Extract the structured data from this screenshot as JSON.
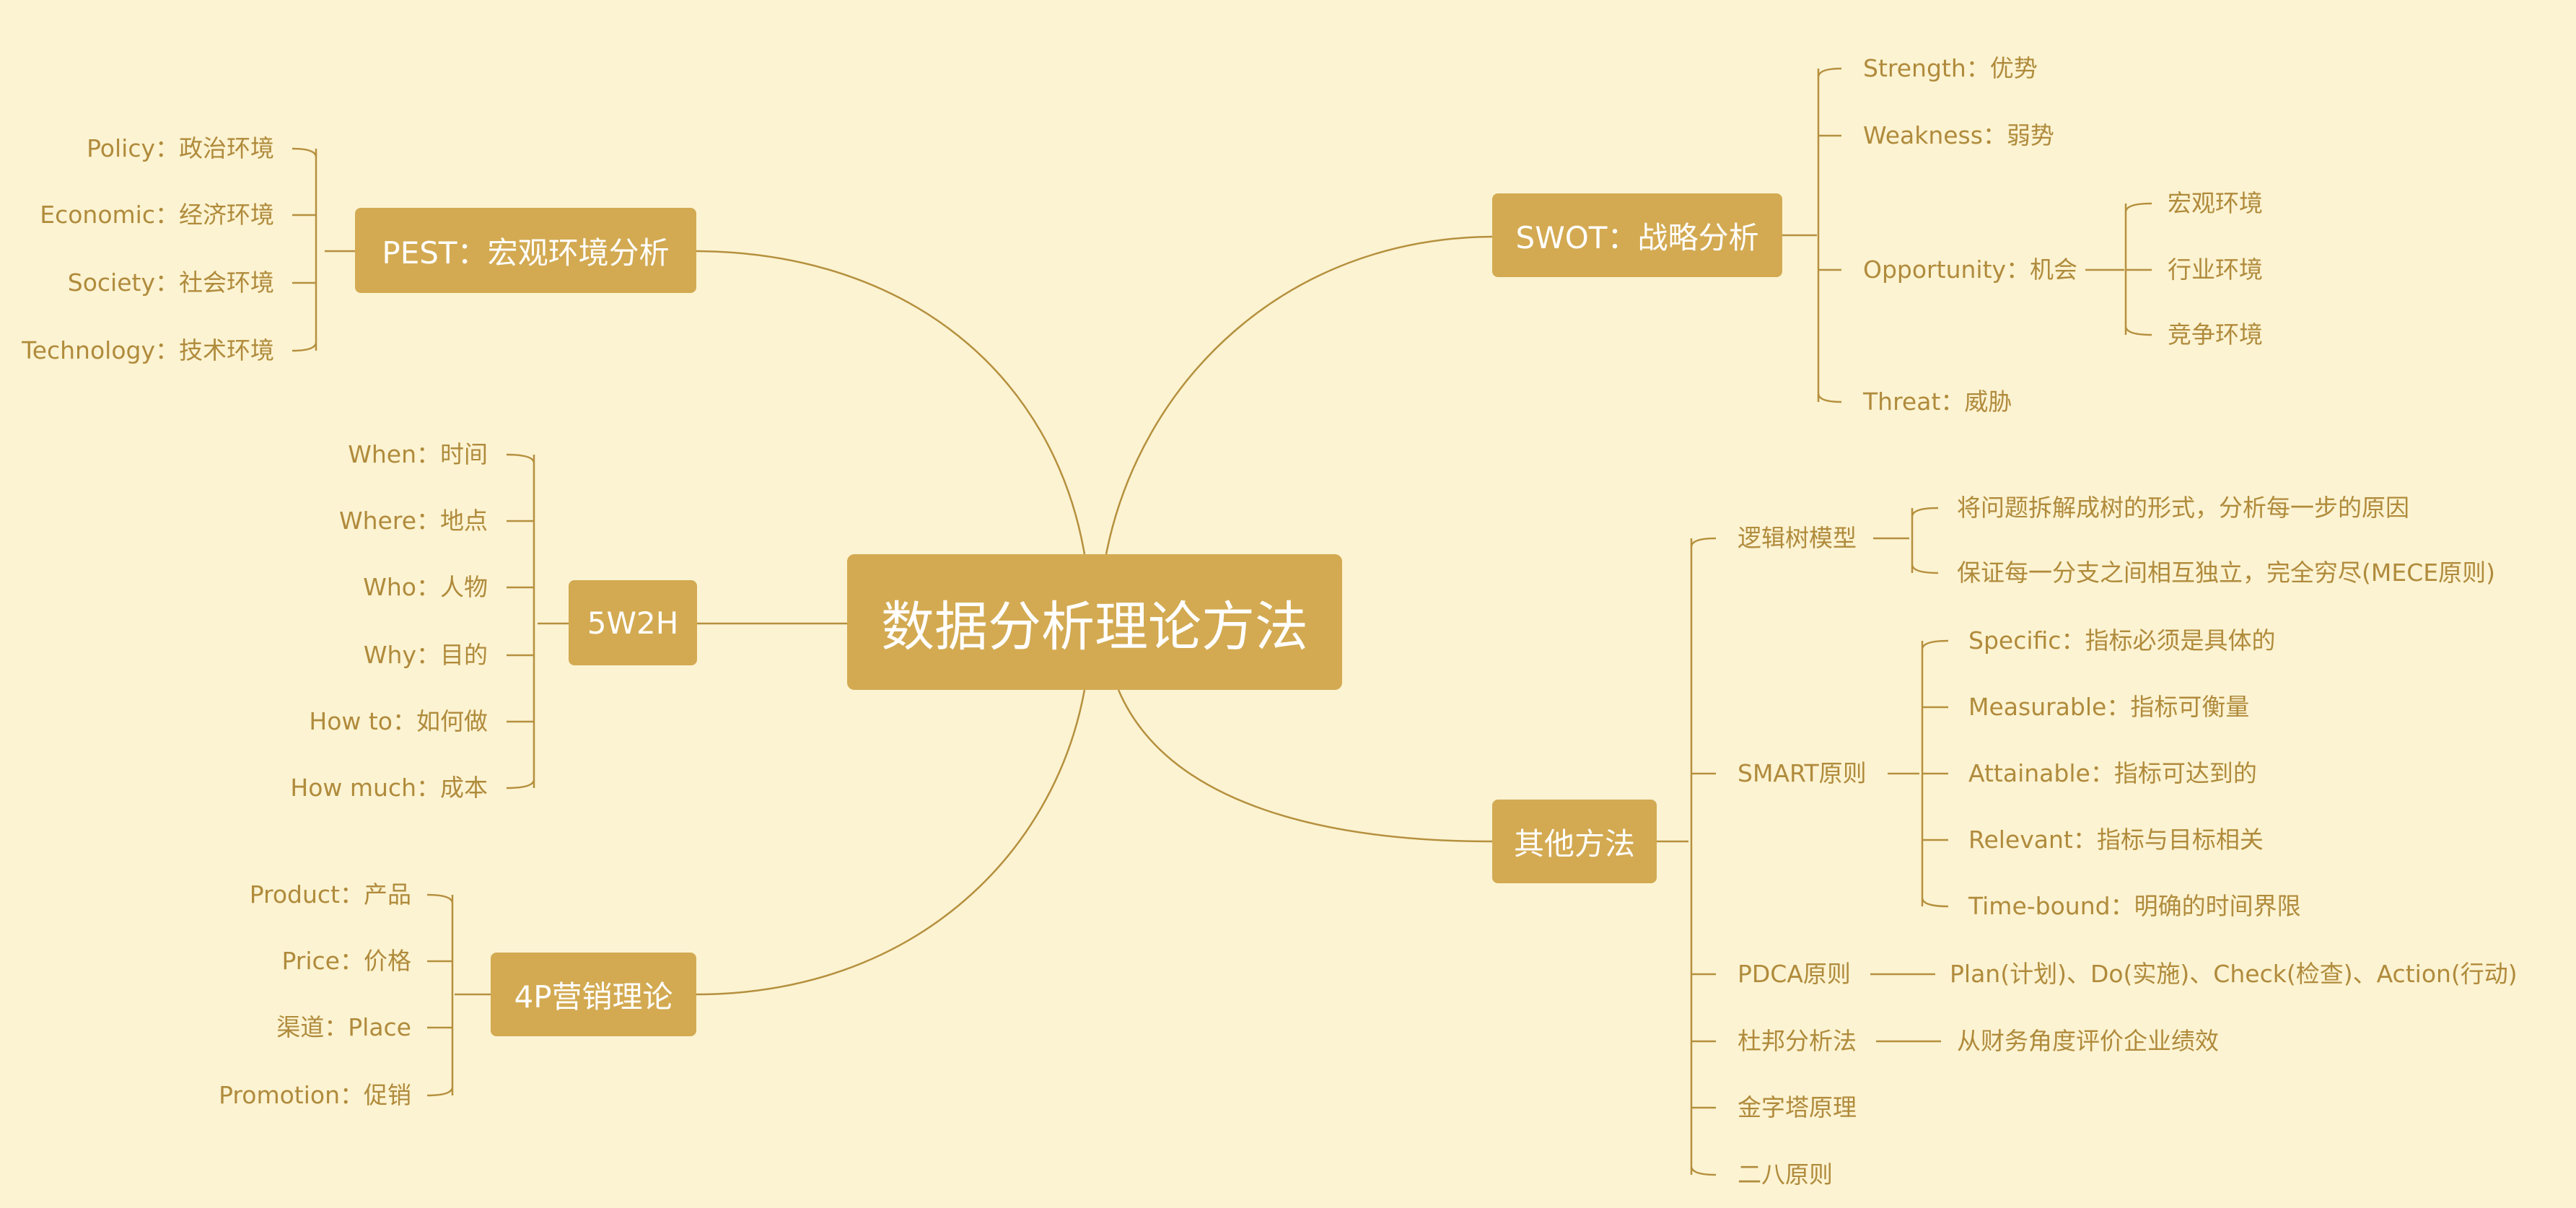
{
  "root": {
    "label": "数据分析理论方法"
  },
  "pest": {
    "label": "PEST：宏观环境分析",
    "items": [
      "Policy：政治环境",
      "Economic：经济环境",
      "Society：社会环境",
      "Technology：技术环境"
    ]
  },
  "w2h": {
    "label": "5W2H",
    "items": [
      "When：时间",
      "Where：地点",
      "Who：人物",
      "Why：目的",
      "How to：如何做",
      "How much：成本"
    ]
  },
  "p4": {
    "label": "4P营销理论",
    "items": [
      "Product：产品",
      "Price：价格",
      "渠道：Place",
      "Promotion：促销"
    ]
  },
  "swot": {
    "label": "SWOT：战略分析",
    "items": [
      "Strength：优势",
      "Weakness：弱势",
      "Opportunity：机会",
      "Threat：威胁"
    ],
    "opportunity_items": [
      "宏观环境",
      "行业环境",
      "竞争环境"
    ]
  },
  "other": {
    "label": "其他方法",
    "logic_tree": {
      "label": "逻辑树模型",
      "items": [
        "将问题拆解成树的形式，分析每一步的原因",
        "保证每一分支之间相互独立，完全穷尽(MECE原则)"
      ]
    },
    "smart": {
      "label": "SMART原则",
      "items": [
        "Specific：指标必须是具体的",
        "Measurable：指标可衡量",
        "Attainable：指标可达到的",
        "Relevant：指标与目标相关",
        "Time-bound：明确的时间界限"
      ]
    },
    "pdca": {
      "label": "PDCA原则",
      "detail": "Plan(计划)、Do(实施)、Check(检查)、Action(行动)"
    },
    "dupont": {
      "label": "杜邦分析法",
      "detail": "从财务角度评价企业绩效"
    },
    "pyramid": {
      "label": "金字塔原理"
    },
    "pareto": {
      "label": "二八原则"
    }
  }
}
